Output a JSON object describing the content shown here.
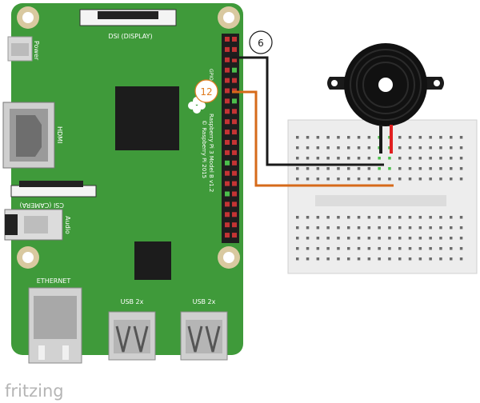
{
  "board": {
    "dsi_label": "DSI (DISPLAY)",
    "csi_label": "CSI (CAMERA)",
    "power_label": "Power",
    "hdmi_label": "HDMI",
    "audio_label": "Audio",
    "ethernet_label": "ETHERNET",
    "usb_label_1": "USB 2x",
    "usb_label_2": "USB 2x",
    "model_line1": "Raspberry Pi 3 Model B v1.2",
    "model_line2": "© Raspberry Pi 2015",
    "gpio_label": "GPIO"
  },
  "pins": {
    "pin6_label": "6",
    "pin12_label": "12"
  },
  "brand": {
    "name": "fritzing"
  },
  "colors": {
    "board_green": "#3f9a3a",
    "wire_black": "#1a1a1a",
    "wire_orange": "#d66a1a",
    "wire_red": "#e02020",
    "breadboard": "#ededed",
    "pin12_text": "#e07b20"
  }
}
